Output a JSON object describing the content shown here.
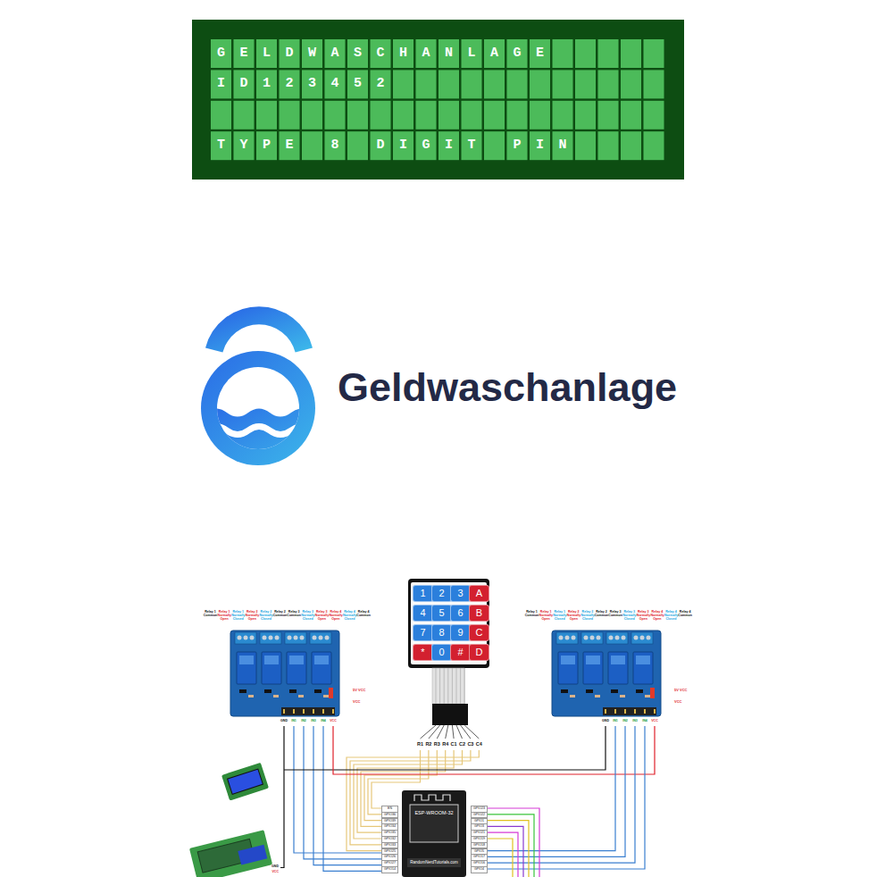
{
  "diagram": {
    "nodes": [
      {
        "text": [
          "GELDWASCHANLAGE",
          "ID123452",
          "TYPE 8 DIGIT PIN"
        ]
      },
      {
        "text": [
          "1"
        ]
      },
      {
        "text": [
          "2"
        ]
      },
      {
        "text": [
          "3"
        ]
      },
      {
        "text": [
          "A"
        ]
      },
      {
        "text": [
          "4"
        ]
      },
      {
        "text": [
          "5"
        ]
      },
      {
        "text": [
          "6"
        ]
      },
      {
        "text": [
          "B"
        ]
      },
      {
        "text": [
          "7"
        ]
      },
      {
        "text": [
          "8"
        ]
      },
      {
        "text": [
          "9"
        ]
      },
      {
        "text": [
          "C"
        ]
      },
      {
        "text": [
          "*"
        ]
      },
      {
        "text": [
          "0"
        ]
      },
      {
        "text": [
          "#"
        ]
      },
      {
        "text": [
          "D"
        ]
      },
      {
        "text": [
          "ESP-WROOM-32",
          "RandomNerdTutorials.com"
        ]
      }
    ],
    "labels": [
      "Geldwaschanlage",
      "R1",
      "R2",
      "R3",
      "R4",
      "C1",
      "C2",
      "C3",
      "C4",
      "Relay 1 Common",
      "Relay 1 Normally Open",
      "Relay 1 Normally Closed",
      "Relay 2 Normally Open",
      "Relay 2 Normally Closed",
      "Relay 2 Common",
      "Relay 3 Common",
      "Relay 3 Normally Closed",
      "Relay 3 Normally Open",
      "Relay 4 Normally Open",
      "Relay 4 Normally Closed",
      "Relay 4 Common",
      "5V VCC",
      "VCC",
      "GND",
      "IN1",
      "IN2",
      "IN3",
      "IN4",
      "VCC",
      "Relay 1 Common",
      "Relay 1 Normally Open",
      "Relay 1 Normally Closed",
      "Relay 2 Normally Open",
      "Relay 2 Normally Closed",
      "Relay 2 Common",
      "Relay 3 Common",
      "Relay 3 Normally Closed",
      "Relay 3 Normally Open",
      "Relay 4 Normally Open",
      "Relay 4 Normally Closed",
      "Relay 4 Common",
      "5V VCC",
      "VCC",
      "GND",
      "IN1",
      "IN2",
      "IN3",
      "IN4",
      "VCC",
      "GND",
      "VCC",
      "EN",
      "GPIO36",
      "GPIO39",
      "GPIO34",
      "GPIO35",
      "GPIO32",
      "GPIO33",
      "GPIO25",
      "GPIO26",
      "GPIO27",
      "GPIO14",
      "GPIO23",
      "GPIO22",
      "GPIO1",
      "GPIO3",
      "GPIO21",
      "GPIO19",
      "GPIO18",
      "GPIO5",
      "GPIO17",
      "GPIO16",
      "GPIO4"
    ]
  }
}
